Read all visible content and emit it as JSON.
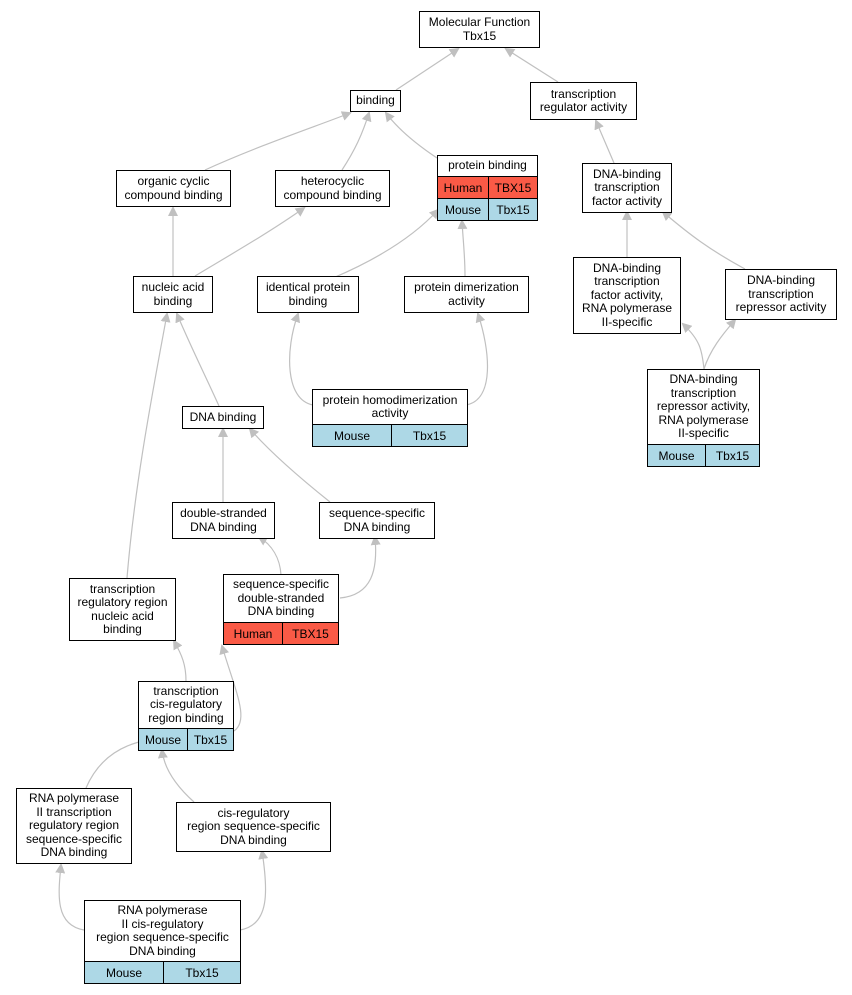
{
  "nodes": {
    "mf": "Molecular Function\nTbx15",
    "binding": "binding",
    "tra": "transcription\nregulator activity",
    "ocb": "organic cyclic\ncompound binding",
    "hcb": "heterocyclic\ncompound binding",
    "pb": "protein binding",
    "dbtfa": "DNA-binding\ntranscription\nfactor activity",
    "nab": "nucleic acid\nbinding",
    "ipb": "identical protein\nbinding",
    "pda": "protein dimerization\nactivity",
    "dbtfa2": "DNA-binding\ntranscription\nfactor activity,\nRNA polymerase\nII-specific",
    "dbtra": "DNA-binding\ntranscription\nrepressor activity",
    "phda": "protein homodimerization\nactivity",
    "dbtra2": "DNA-binding\ntranscription\nrepressor activity,\nRNA polymerase\nII-specific",
    "dnab": "DNA binding",
    "dsdb": "double-stranded\nDNA binding",
    "ssdb": "sequence-specific\nDNA binding",
    "ssds": "sequence-specific\ndouble-stranded\nDNA binding",
    "trrnab": "transcription\nregulatory region\nnucleic acid\nbinding",
    "tcrrb": "transcription\ncis-regulatory\nregion binding",
    "rp2": "RNA polymerase\nII transcription\nregulatory region\nsequence-specific\nDNA binding",
    "crss": "cis-regulatory\nregion sequence-specific\nDNA binding",
    "rp2cr": "RNA polymerase\nII cis-regulatory\nregion sequence-specific\nDNA binding"
  },
  "annotations": {
    "pb_human": [
      "Human",
      "TBX15"
    ],
    "pb_mouse": [
      "Mouse",
      "Tbx15"
    ],
    "phda_mouse": [
      "Mouse",
      "Tbx15"
    ],
    "dbtra2_mouse": [
      "Mouse",
      "Tbx15"
    ],
    "ssds_human": [
      "Human",
      "TBX15"
    ],
    "tcrrb_mouse": [
      "Mouse",
      "Tbx15"
    ],
    "rp2cr_mouse": [
      "Mouse",
      "Tbx15"
    ]
  },
  "colors": {
    "human": "#fa5a46",
    "mouse": "#add8e6",
    "edge": "#c0c0c0"
  }
}
